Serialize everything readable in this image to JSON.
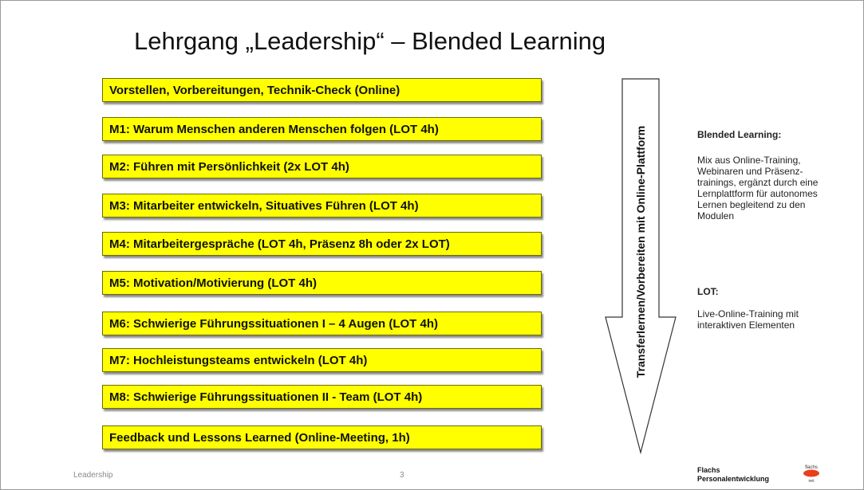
{
  "title": "Lehrgang „Leadership“ – Blended Learning",
  "modules": [
    "Vorstellen,  Vorbereitungen,  Technik-Check (Online)",
    "M1: Warum Menschen anderen Menschen folgen (LOT 4h)",
    "M2: Führen mit Persönlichkeit (2x LOT 4h)",
    "M3: Mitarbeiter entwickeln,  Situatives Führen (LOT 4h)",
    "M4: Mitarbeitergespräche (LOT 4h, Präsenz 8h oder 2x LOT)",
    "M5: Motivation/Motivierung  (LOT 4h)",
    "M6: Schwierige Führungssituationen I – 4 Augen (LOT 4h)",
    "M7: Hochleistungsteams entwickeln (LOT 4h)",
    "M8: Schwierige Führungssituationen II - Team (LOT 4h)",
    "Feedback und Lessons Learned (Online-Meeting,  1h)"
  ],
  "arrow_label": "Transferlernen/Vorbereiten mit Online-Plattform",
  "sidebar": {
    "blended_heading": "Blended Learning:",
    "blended_text": "Mix aus Online-Training, Webinaren und Präsenz-trainings, ergänzt durch eine Lernplattform für autonomes Lernen begleitend zu den Modulen",
    "lot_heading": "LOT:",
    "lot_text": "Live-Online-Training  mit interaktiven Elementen"
  },
  "footer": {
    "left": "Leadership",
    "page": "3",
    "company_line1": "Flachs",
    "company_line2": "Personalentwicklung",
    "logo_top": "flachs",
    "logo_bottom": "net"
  },
  "colors": {
    "module_fill": "#ffff00",
    "logo_red": "#e8401c"
  }
}
